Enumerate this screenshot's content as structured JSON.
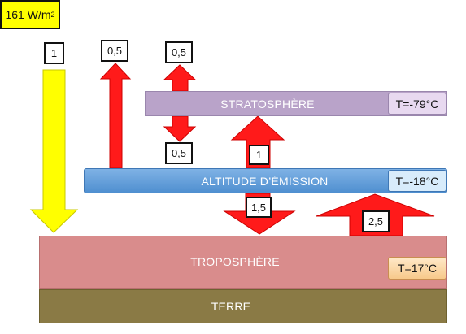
{
  "solar_flux": {
    "value": "161 W/m",
    "exponent": "2"
  },
  "layers": {
    "stratosphere": {
      "label": "STRATOSPHÈRE",
      "temperature": "T=-79°C"
    },
    "emission": {
      "label": "ALTITUDE D’ÉMISSION",
      "temperature": "T=-18°C"
    },
    "troposphere": {
      "label": "TROPOSPHÈRE",
      "temperature": "T=17°C"
    },
    "earth": {
      "label": "TERRE"
    }
  },
  "fluxes": {
    "incoming_solar": "1",
    "emission_to_space": "0,5",
    "stratosphere_up": "0,5",
    "stratosphere_down": "0,5",
    "emission_to_stratosphere": "1",
    "emission_to_troposphere": "1,5",
    "troposphere_to_emission": "2,5"
  },
  "colors": {
    "arrow_red": "#ff1a1a",
    "arrow_yellow": "#ffff00",
    "stratosphere": "#b9a3c9",
    "emission": "#5b9bd5",
    "troposphere": "#d98c8c",
    "earth": "#8a7a45"
  }
}
